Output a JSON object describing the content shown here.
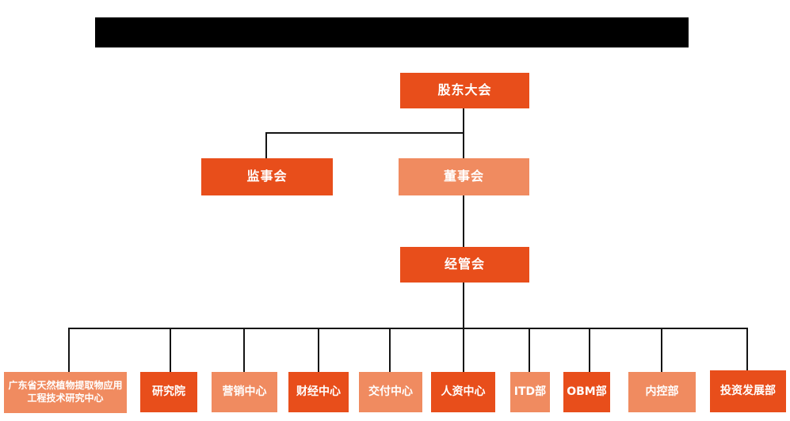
{
  "title_bar": {
    "redacted": true,
    "color": "#000000"
  },
  "colors": {
    "primary": "#E84E1B",
    "secondary": "#F08B60",
    "line": "#141414",
    "text": "#FFFFFF",
    "background": "#FFFFFF"
  },
  "nodes": {
    "shareholders": {
      "label": "股东大会",
      "tone": "primary"
    },
    "supervisors": {
      "label": "监事会",
      "tone": "primary"
    },
    "directors": {
      "label": "董事会",
      "tone": "secondary"
    },
    "management": {
      "label": "经管会",
      "tone": "primary"
    }
  },
  "departments": [
    {
      "label": "广东省天然植物提取物应用工程技术研究中心",
      "tone": "secondary"
    },
    {
      "label": "研究院",
      "tone": "primary"
    },
    {
      "label": "营销中心",
      "tone": "secondary"
    },
    {
      "label": "财经中心",
      "tone": "primary"
    },
    {
      "label": "交付中心",
      "tone": "secondary"
    },
    {
      "label": "人资中心",
      "tone": "primary"
    },
    {
      "label": "ITD部",
      "tone": "secondary"
    },
    {
      "label": "OBM部",
      "tone": "primary"
    },
    {
      "label": "内控部",
      "tone": "secondary"
    },
    {
      "label": "投资发展部",
      "tone": "primary"
    }
  ],
  "hierarchy": {
    "root": "股东大会",
    "edges": [
      [
        "股东大会",
        "监事会"
      ],
      [
        "股东大会",
        "董事会"
      ],
      [
        "董事会",
        "经管会"
      ],
      [
        "经管会",
        "广东省天然植物提取物应用工程技术研究中心"
      ],
      [
        "经管会",
        "研究院"
      ],
      [
        "经管会",
        "营销中心"
      ],
      [
        "经管会",
        "财经中心"
      ],
      [
        "经管会",
        "交付中心"
      ],
      [
        "经管会",
        "人资中心"
      ],
      [
        "经管会",
        "ITD部"
      ],
      [
        "经管会",
        "OBM部"
      ],
      [
        "经管会",
        "内控部"
      ],
      [
        "经管会",
        "投资发展部"
      ]
    ]
  }
}
